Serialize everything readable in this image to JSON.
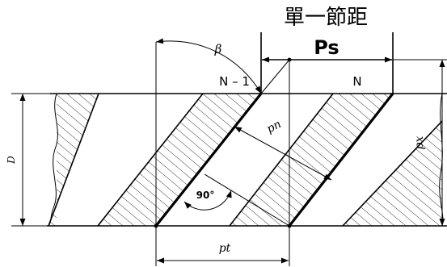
{
  "diagram": {
    "title": "單一節距",
    "pitch_label": "Ps",
    "tooth_left_label": "N – 1",
    "tooth_right_label": "N",
    "angle_beta_label": "β",
    "normal_pitch_label": "pn",
    "axial_pitch_label": "px",
    "transverse_pitch_label": "pt",
    "diameter_label": "D",
    "angle_label": "90°"
  }
}
